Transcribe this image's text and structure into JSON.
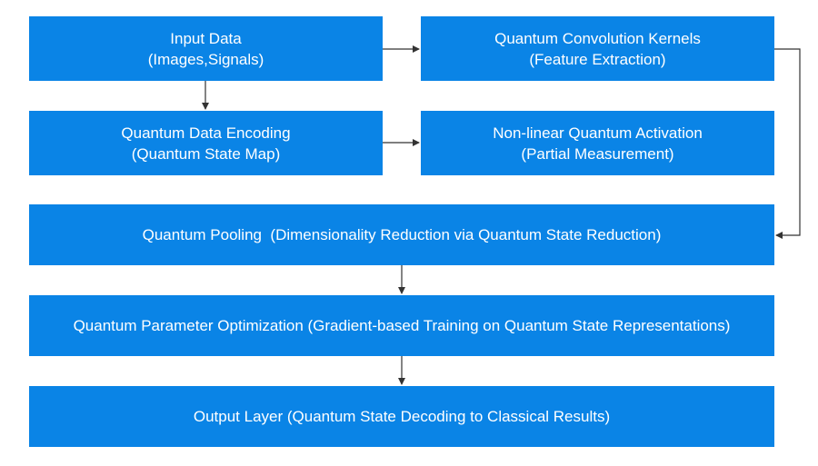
{
  "colors": {
    "box_fill": "#0a84e6",
    "box_text": "#ffffff",
    "arrow": "#333333",
    "background": "#ffffff"
  },
  "nodes": {
    "input": {
      "line1": "Input Data",
      "line2": "(Images,Signals)"
    },
    "conv": {
      "line1": "Quantum Convolution Kernels",
      "line2": "(Feature Extraction)"
    },
    "encoding": {
      "line1": "Quantum Data Encoding",
      "line2": "(Quantum State Map)"
    },
    "activation": {
      "line1": "Non-linear Quantum Activation",
      "line2": "(Partial Measurement)"
    },
    "pooling": {
      "line1": "Quantum Pooling  (Dimensionality Reduction via Quantum State Reduction)"
    },
    "optimization": {
      "line1": "Quantum Parameter Optimization (Gradient-based Training on Quantum State Representations)"
    },
    "output": {
      "line1": "Output Layer (Quantum State Decoding to Classical Results)"
    }
  },
  "edges": [
    {
      "from": "input",
      "to": "conv"
    },
    {
      "from": "input",
      "to": "encoding"
    },
    {
      "from": "encoding",
      "to": "activation"
    },
    {
      "from": "conv",
      "to": "pooling"
    },
    {
      "from": "pooling",
      "to": "optimization"
    },
    {
      "from": "optimization",
      "to": "output"
    }
  ]
}
